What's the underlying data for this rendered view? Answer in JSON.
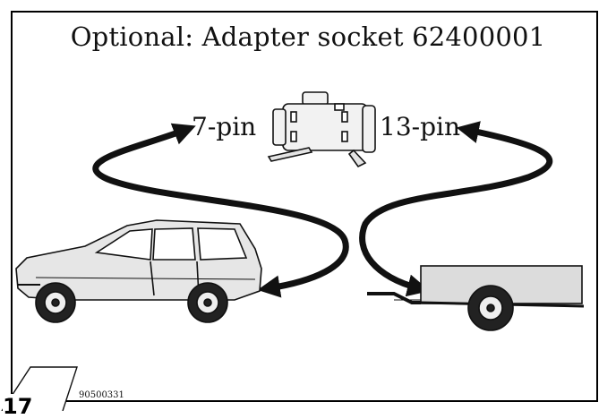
{
  "title": "Optional: Adapter socket 62400001",
  "labels": {
    "left_pin": "7-pin",
    "right_pin": "13-pin"
  },
  "figure": {
    "number": "17",
    "reference_code": "90500331"
  },
  "icons": {
    "adapter": "adapter-socket-icon",
    "car": "station-wagon-car-icon",
    "trailer": "trailer-icon"
  },
  "colors": {
    "ink": "#111111",
    "body_fill": "#e6e6e6",
    "trailer_fill": "#dcdcdc"
  }
}
